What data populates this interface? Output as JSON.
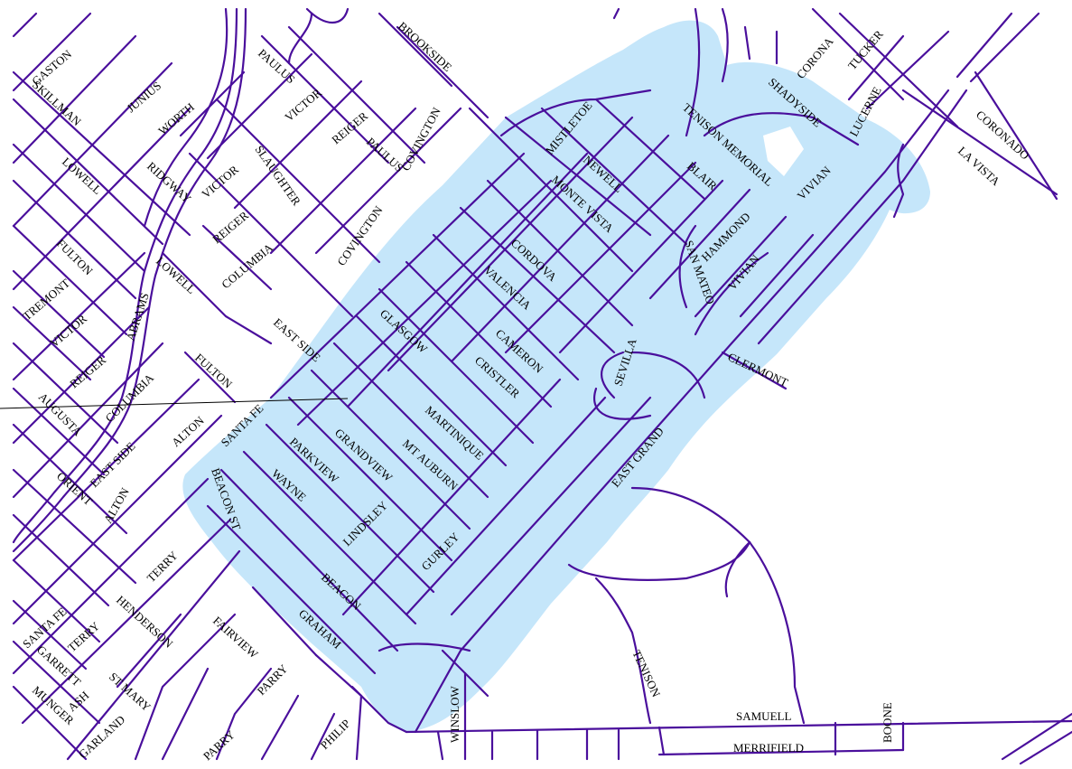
{
  "map": {
    "colors": {
      "road": "#4a0f9c",
      "highlight_zone": "#c5e6fa",
      "background": "#ffffff",
      "label": "#000000"
    },
    "streets": {
      "gaston": "GASTON",
      "skillman": "SKILLMAN",
      "junius": "JUNIUS",
      "worth": "WORTH",
      "paulus": "PAULUS",
      "victor": "VICTOR",
      "brookside": "BROOKSIDE",
      "reiger": "REIGER",
      "covington": "COVINGTON",
      "lowell": "LOWELL",
      "ridgway": "RIDGWAY",
      "slaughter": "SLAUGHTER",
      "fulton": "FULTON",
      "columbia": "COLUMBIA",
      "tremont": "TREMONT",
      "abrams": "ABRAMS",
      "east_side": "EAST SIDE",
      "augusta": "AUGUSTA",
      "orient": "ORIENT",
      "alton": "ALTON",
      "santa_fe": "SANTA FE",
      "beacon_st": "BEACON ST",
      "terry": "TERRY",
      "henderson": "HENDERSON",
      "garrett": "GARRETT",
      "munger": "MUNGER",
      "ash": "ASH",
      "st_mary": "ST MARY",
      "garland": "GARLAND",
      "parry": "PARRY",
      "fairview": "FAIRVIEW",
      "philip": "PHILIP",
      "graham": "GRAHAM",
      "beacon": "BEACON",
      "wayne": "WAYNE",
      "parkview": "PARKVIEW",
      "grandview": "GRANDVIEW",
      "lindsley": "LINDSLEY",
      "gurley": "GURLEY",
      "mt_auburn": "MT AUBURN",
      "martinique": "MARTINIQUE",
      "glasgow": "GLASGOW",
      "cristler": "CRISTLER",
      "cameron": "CAMERON",
      "valencia": "VALENCIA",
      "cordova": "CORDOVA",
      "monte_vista": "MONTE VISTA",
      "newell": "NEWELL",
      "mistletoe": "MISTLETOE",
      "sevilla": "SEVILLA",
      "east_grand": "EAST GRAND",
      "san_mateo": "SAN MATEO",
      "hammond": "HAMMOND",
      "vivian": "VIVIAN",
      "blair": "BLAIR",
      "tenison_memorial": "TENISON MEMORIAL",
      "shadyside": "SHADYSIDE",
      "corona": "CORONA",
      "tucker": "TUCKER",
      "lucerne": "LUCERNE",
      "coronado": "CORONADO",
      "la_vista": "LA VISTA",
      "clermont": "CLERMONT",
      "tenison": "TENISON",
      "samuell": "SAMUELL",
      "merrifield": "MERRIFIELD",
      "boone": "BOONE",
      "winslow": "WINSLOW"
    }
  }
}
